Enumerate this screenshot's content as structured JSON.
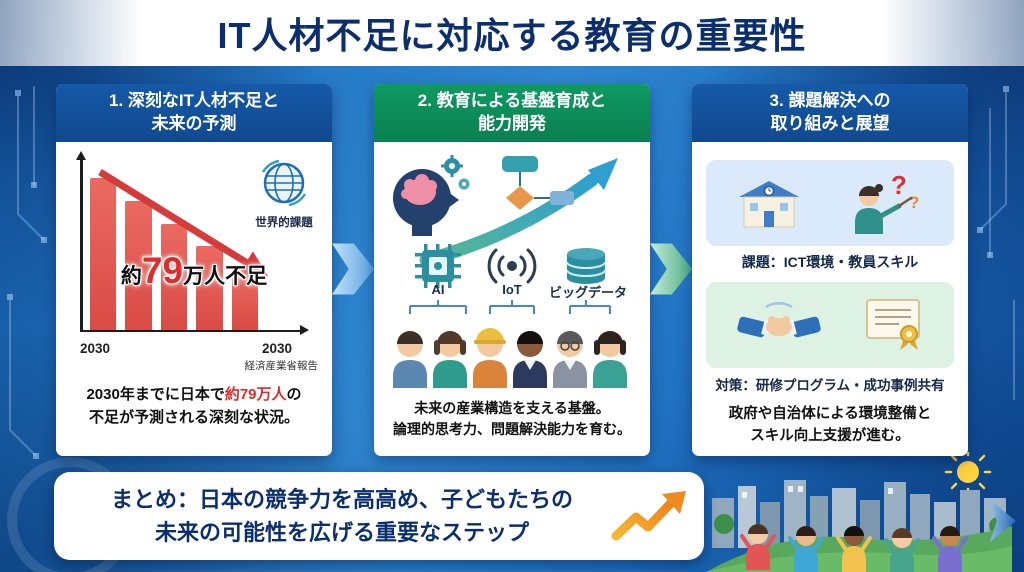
{
  "title": "IT人材不足に対応する教育の重要性",
  "colors": {
    "title_navy": "#0b2f6e",
    "header_blue": "#1559a8",
    "header_green": "#0e9a62",
    "bar_red": "#d94b45",
    "accent_red": "#e02b2b",
    "arrow_blue": "#5aa3e0",
    "arrow_green": "#4fae85",
    "summary_orange": "#f59a23"
  },
  "panel1": {
    "header_line1": "1. 深刻なIT人材不足と",
    "header_line2": "未来の予測",
    "globe_label": "世界的課題",
    "shortage": {
      "prefix": "約",
      "number": "79",
      "suffix": "万人不足"
    },
    "axis_left": "2030",
    "axis_right": "2030",
    "source": "経済産業省報告",
    "caption_1": "2030年までに日本で",
    "caption_red": "約79万人",
    "caption_2": "の",
    "caption_line2": "不足が予測される深刻な状況。"
  },
  "panel2": {
    "header_line1": "2. 教育による基盤育成と",
    "header_line2": "能力開発",
    "tech": [
      "AI",
      "IoT",
      "ビッグデータ"
    ],
    "caption_line1": "未来の産業構造を支える基盤。",
    "caption_line2": "論理的思考力、問題解決能力を育む。"
  },
  "panel3": {
    "header_line1": "3. 課題解決への",
    "header_line2": "取り組みと展望",
    "q1": "?",
    "q2": "?",
    "issue_label": "課題：ICT環境・教員スキル",
    "solution_label": "対策：研修プログラム・成功事例共有",
    "caption_line1": "政府や自治体による環境整備と",
    "caption_line2": "スキル向上支援が進む。"
  },
  "summary": {
    "line1": "まとめ：日本の競争力を高高め、子どもたちの",
    "line2": "未来の可能性を広げる重要なステップ"
  },
  "chart_data": {
    "type": "bar",
    "title": "約79万人不足",
    "categories": [
      "",
      "",
      "",
      "",
      ""
    ],
    "values": [
      100,
      85,
      70,
      55,
      40
    ],
    "xlabel_left": "2030",
    "xlabel_right": "2030",
    "note": "経済産業省報告",
    "trend": "declining",
    "bar_color": "#d94b45"
  }
}
